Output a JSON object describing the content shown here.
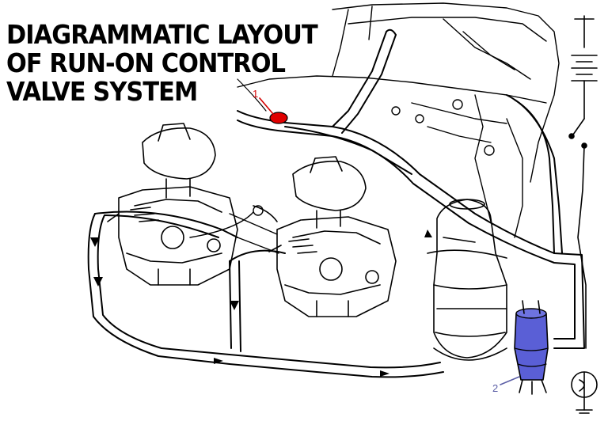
{
  "title_lines": [
    "DIAGRAMMATIC LAYOUT",
    "OF RUN-ON CONTROL",
    "VALVE SYSTEM"
  ],
  "callouts": [
    {
      "label": "1",
      "color": "#d40000"
    },
    {
      "label": "2",
      "color": "#5b5ea6"
    }
  ],
  "colors": {
    "line": "#000000",
    "valve_highlight": "#e00000",
    "solenoid_highlight": "#5a5fd6",
    "background": "#ffffff"
  }
}
